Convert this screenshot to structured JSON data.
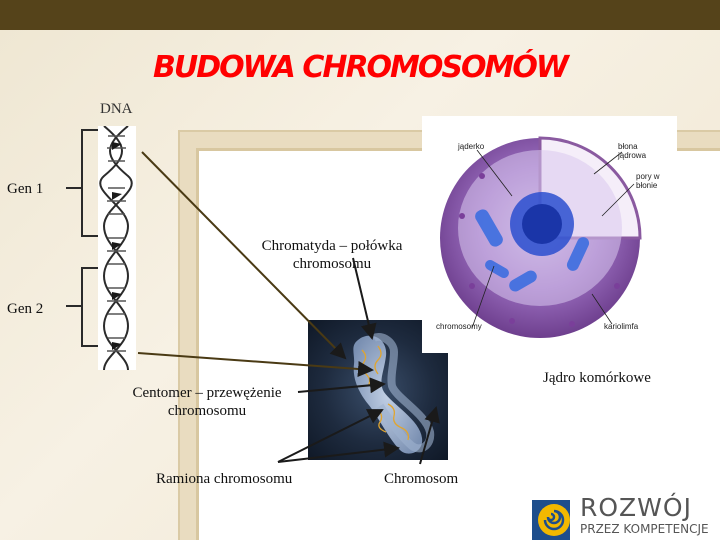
{
  "slide": {
    "title": "BUDOWA CHROMOSOMÓW",
    "labels": {
      "dna": "DNA",
      "gen1": "Gen 1",
      "gen2": "Gen 2",
      "chromatyda": "Chromatyda – połówka chromosomu",
      "centromer": "Centomer – przewężenie chromosomu",
      "ramiona": "Ramiona chromosomu",
      "chromosom": "Chromosom",
      "jadro": "Jądro komórkowe"
    }
  },
  "nucleus_image": {
    "labels": {
      "jaderko": "jąderko",
      "blona": "błona jądrowa",
      "pory": "pory w błonie",
      "chromosomy": "chromosomy",
      "kariolimfa": "kariolimfa"
    }
  },
  "logo": {
    "name": "ROZWÓJ",
    "subtitle": "PRZEZ KOMPETENCJE"
  },
  "colors": {
    "title": "#ff0000",
    "top_bar": "#55431a",
    "arrows": "#2a2a2a",
    "dna_helix": "#2b2b2b",
    "nucleus": "#8a5aa0",
    "logo_swirl": "#f2b800",
    "logo_square": "#1e4e8c"
  }
}
